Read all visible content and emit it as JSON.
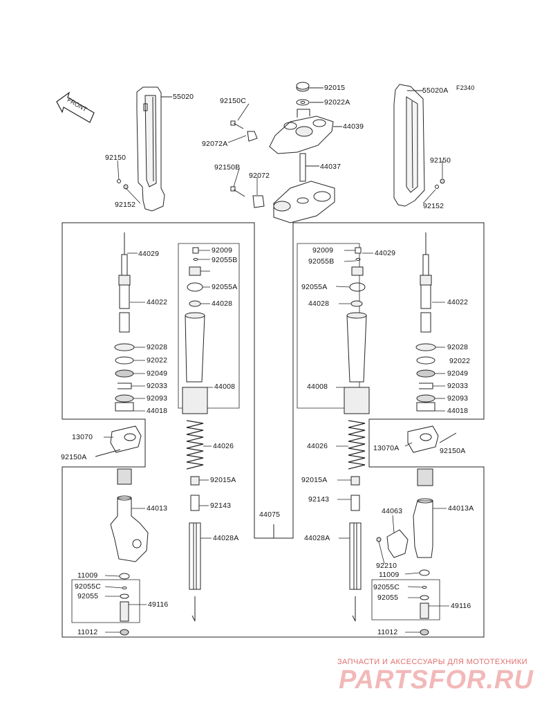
{
  "diagram": {
    "code": "F2340",
    "front_label": "FRONT",
    "labels": {
      "p55020": "55020",
      "p55020a": "55020A",
      "p92015": "92015",
      "p92022a": "92022A",
      "p44039": "44039",
      "p92150c": "92150C",
      "p92072a": "92072A",
      "p44037": "44037",
      "p92150b": "92150B",
      "p92072": "92072",
      "p92150_l": "92150",
      "p92152_l": "92152",
      "p92150_r": "92150",
      "p92152_r": "92152",
      "p44029_l": "44029",
      "p44022_l": "44022",
      "p92028_l": "92028",
      "p92022_l": "92022",
      "p92049_l": "92049",
      "p92033_l": "92033",
      "p92093_l": "92093",
      "p44018_l": "44018",
      "p92009_l": "92009",
      "p92055b_l": "92055B",
      "p92055a_l": "92055A",
      "p44028_l": "44028",
      "p44008_l": "44008",
      "p44026_l": "44026",
      "p92015a_l": "92015A",
      "p92143_l": "92143",
      "p44028a_l": "44028A",
      "p44075": "44075",
      "p13070": "13070",
      "p92150a_l": "92150A",
      "p44013": "44013",
      "p11009_l": "11009",
      "p92055c_l": "92055C",
      "p92055_l": "92055",
      "p49116_l": "49116",
      "p11012_l": "11012",
      "p92009_r": "92009",
      "p92055b_r": "92055B",
      "p92055a_r": "92055A",
      "p44028_r": "44028",
      "p44008_r": "44008",
      "p44026_r": "44026",
      "p92015a_r": "92015A",
      "p92143_r": "92143",
      "p44028a_r": "44028A",
      "p44029_r": "44029",
      "p44022_r": "44022",
      "p92028_r": "92028",
      "p92022_r": "92022",
      "p92049_r": "92049",
      "p92033_r": "92033",
      "p92093_r": "92093",
      "p44018_r": "44018",
      "p13070a": "13070A",
      "p92150a_r": "92150A",
      "p44013a": "44013A",
      "p44063": "44063",
      "p92210": "92210",
      "p11009_r": "11009",
      "p92055c_r": "92055C",
      "p92055_r": "92055",
      "p49116_r": "49116",
      "p11012_r": "11012"
    }
  },
  "watermark": {
    "subtitle": "ЗАПЧАСТИ И АКСЕССУАРЫ ДЛЯ МОТОТЕХНИКИ",
    "brand": "PARTSFOR.RU"
  }
}
